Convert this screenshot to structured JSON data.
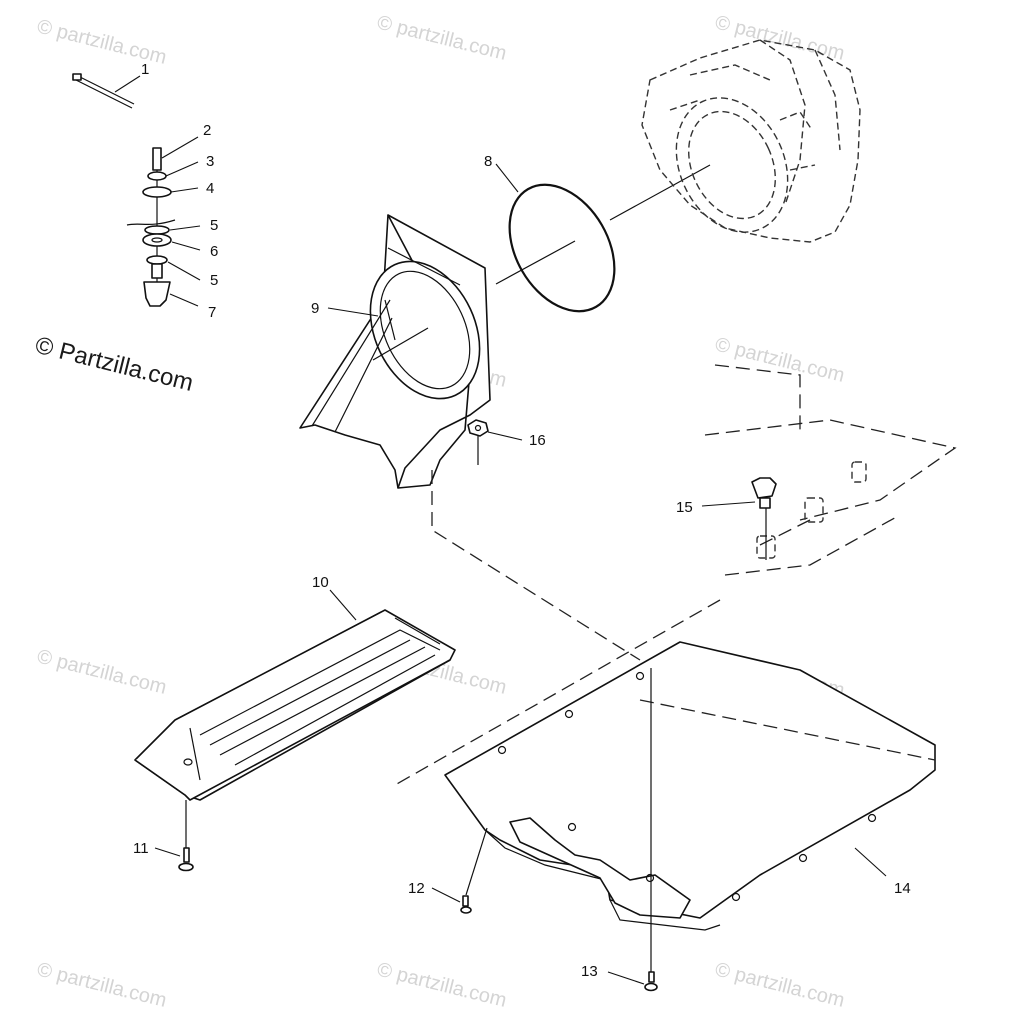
{
  "watermark": {
    "main": "© Partzilla.com",
    "tile": "© partzilla.com"
  },
  "callouts": {
    "c1": "1",
    "c2": "2",
    "c3": "3",
    "c4": "4",
    "c5a": "5",
    "c6": "6",
    "c5b": "5",
    "c7": "7",
    "c8": "8",
    "c9": "9",
    "c10": "10",
    "c11": "11",
    "c12": "12",
    "c13": "13",
    "c14": "14",
    "c15": "15",
    "c16": "16"
  }
}
